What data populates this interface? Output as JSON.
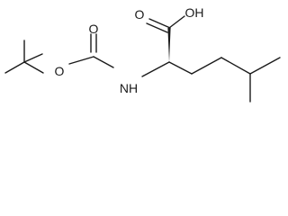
{
  "molecule": {
    "labels": {
      "ester_oxygen": "O",
      "carbonyl_oxygen": "O",
      "amine": "NH",
      "acid_carbonyl_oxygen": "O",
      "acid_hydroxyl": "OH"
    },
    "bond_color": "#1a1a1a",
    "background_color": "#ffffff"
  }
}
